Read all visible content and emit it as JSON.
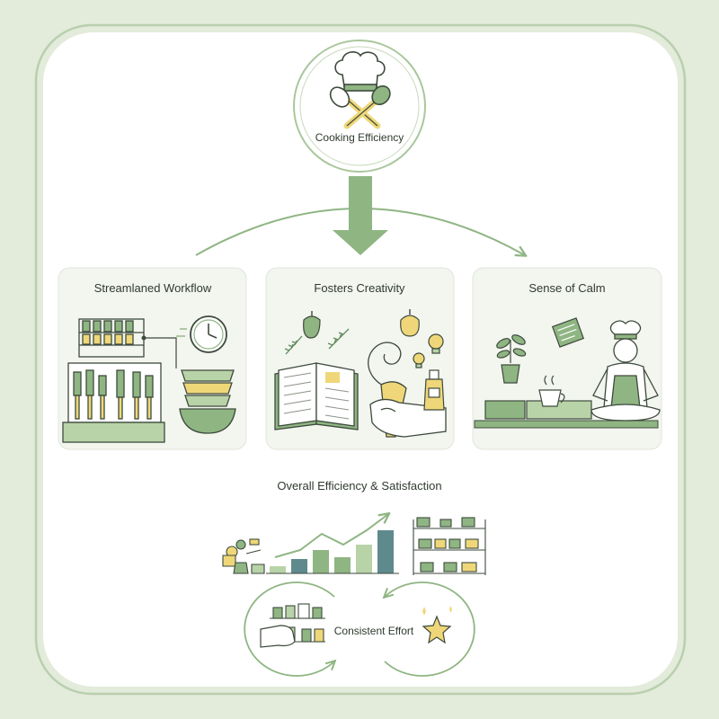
{
  "header": {
    "title": "Cooking Efficiency"
  },
  "panels": [
    {
      "title": "Streamlaned Workflow"
    },
    {
      "title": "Fosters Creativity"
    },
    {
      "title": "Sense of Calm"
    }
  ],
  "overall": {
    "title": "Overall Efficiency & Satisfaction"
  },
  "cycle": {
    "label": "Consistent Effort"
  },
  "colors": {
    "background": "#e3ebdb",
    "card": "#ffffff",
    "panel": "#f3f5ef",
    "green": "#8fb583",
    "dark_green": "#4d7a52",
    "line": "#3d4a3c",
    "yellow": "#efd779",
    "slate": "#5e8a8d"
  }
}
